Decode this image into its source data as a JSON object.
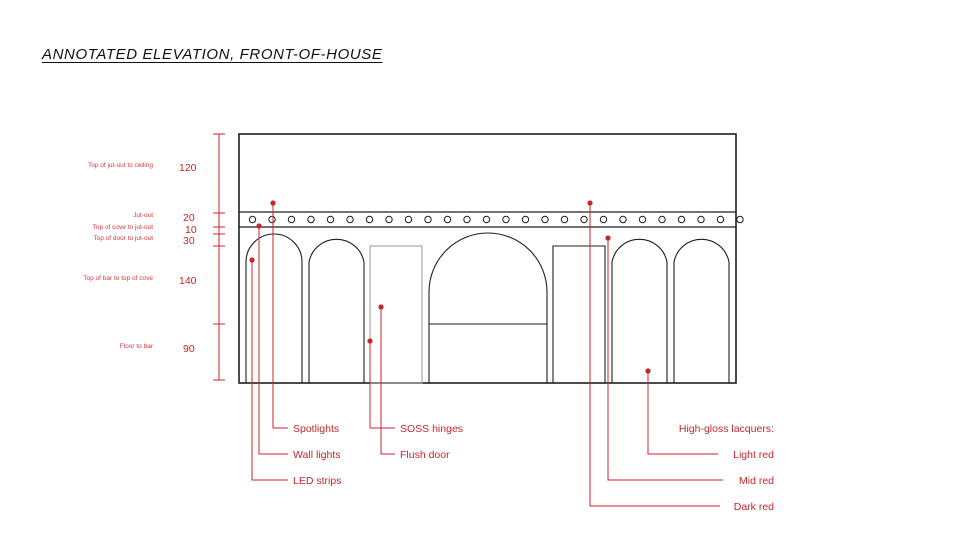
{
  "title": "ANNOTATED ELEVATION, FRONT-OF-HOUSE",
  "colors": {
    "accent": "#c8262b",
    "ink": "#1f1f1f"
  },
  "dimensions": [
    {
      "label": "Top of jut-out to ceiling",
      "value": "120"
    },
    {
      "label": "Jut-out",
      "value": "20"
    },
    {
      "label": "Top of cove to jut-out",
      "value": "10"
    },
    {
      "label": "Top of door to jut-out",
      "value": "30"
    },
    {
      "label": "Top of bar to top of cove",
      "value": "140"
    },
    {
      "label": "Floor to bar",
      "value": "90"
    }
  ],
  "callouts_left": [
    {
      "label": "Spotlights"
    },
    {
      "label": "Wall lights"
    },
    {
      "label": "LED strips"
    }
  ],
  "callouts_middle": [
    {
      "label": "SOSS hinges"
    },
    {
      "label": "Flush door"
    }
  ],
  "callouts_right": {
    "heading": "High-gloss lacquers:",
    "items": [
      {
        "label": "Light red"
      },
      {
        "label": "Mid red"
      },
      {
        "label": "Dark red"
      }
    ]
  }
}
